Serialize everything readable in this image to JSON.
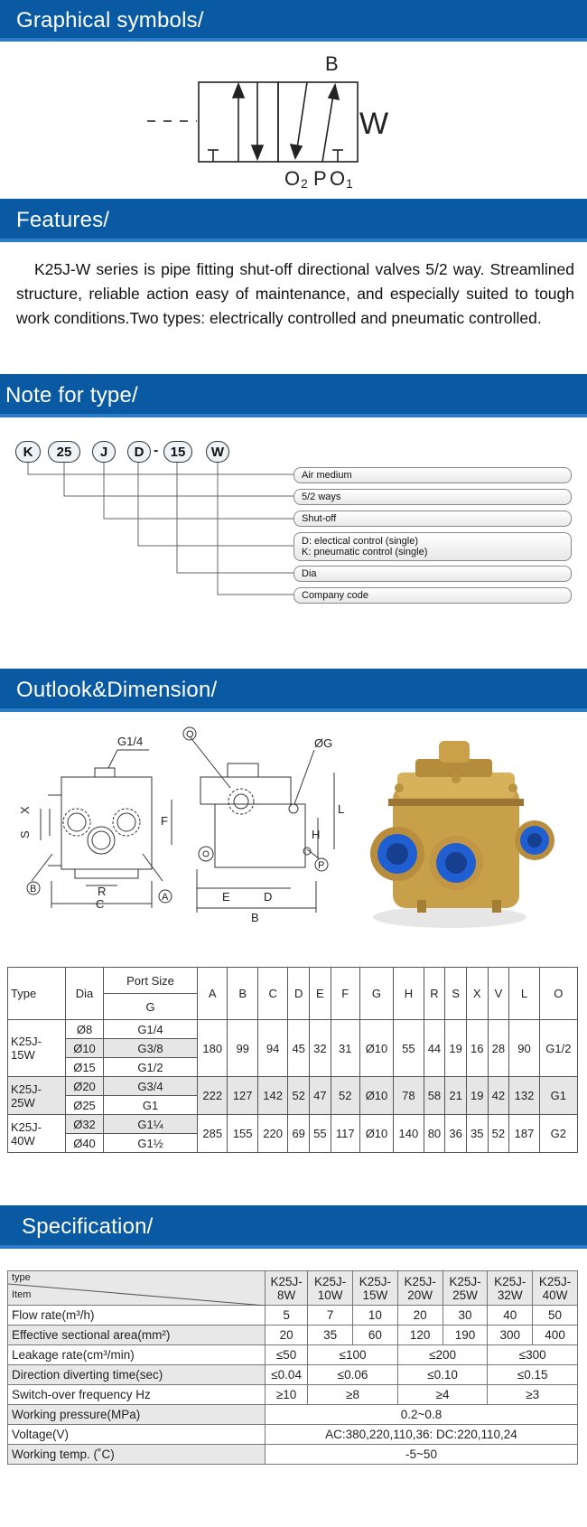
{
  "sections": {
    "symbols": "Graphical symbols/",
    "features": "Features/",
    "note": "Note for type/",
    "outlook": "Outlook&Dimension/",
    "spec": "Specification/"
  },
  "symbol_labels": {
    "b": "B",
    "w": "W",
    "o2": "O",
    "o2_sub": "2",
    "p": "P",
    "o1": "O",
    "o1_sub": "1"
  },
  "features_text": "K25J-W series is pipe fitting shut-off directional valves 5/2 way. Streamlined structure, reliable action easy of maintenance, and especially suited to tough work conditions.Two types: electrically controlled and pneumatic controlled.",
  "type_code": {
    "parts": [
      "K",
      "25",
      "J",
      "D",
      "15",
      "W"
    ],
    "separator": "-",
    "labels": [
      "Air medium",
      "5/2 ways",
      "Shut-off",
      "D: electical control (single)",
      "K: pneumatic control (single)",
      "Dia",
      "Company code"
    ]
  },
  "drawing_labels": {
    "g14": "G1/4",
    "x": "X",
    "s": "S",
    "b": "B",
    "r": "R",
    "c": "C",
    "a": "A",
    "o": "O",
    "og": "ØG",
    "f": "F",
    "l": "L",
    "h": "H",
    "p": "P",
    "e": "E",
    "d": "D",
    "bb": "B"
  },
  "dim_table": {
    "headers": [
      "Type",
      "Dia",
      "Port Size",
      "G",
      "A",
      "B",
      "C",
      "D",
      "E",
      "F",
      "G",
      "H",
      "R",
      "S",
      "X",
      "V",
      "L",
      "O"
    ],
    "groups": [
      {
        "type": "K25J-15W",
        "rows": [
          [
            "Ø8",
            "G1/4"
          ],
          [
            "Ø10",
            "G3/8"
          ],
          [
            "Ø15",
            "G1/2"
          ]
        ],
        "values": [
          "180",
          "99",
          "94",
          "45",
          "32",
          "31",
          "Ø10",
          "55",
          "44",
          "19",
          "16",
          "28",
          "90",
          "G1/2"
        ]
      },
      {
        "type": "K25J-25W",
        "rows": [
          [
            "Ø20",
            "G3/4"
          ],
          [
            "Ø25",
            "G1"
          ]
        ],
        "values": [
          "222",
          "127",
          "142",
          "52",
          "47",
          "52",
          "Ø10",
          "78",
          "58",
          "21",
          "19",
          "42",
          "132",
          "G1"
        ]
      },
      {
        "type": "K25J-40W",
        "rows": [
          [
            "Ø32",
            "G1¼"
          ],
          [
            "Ø40",
            "G1½"
          ]
        ],
        "values": [
          "285",
          "155",
          "220",
          "69",
          "55",
          "117",
          "Ø10",
          "140",
          "80",
          "36",
          "35",
          "52",
          "187",
          "G2"
        ]
      }
    ]
  },
  "spec_table": {
    "corner_type": "type",
    "corner_item": "Item",
    "models": [
      "K25J-8W",
      "K25J-10W",
      "K25J-15W",
      "K25J-20W",
      "K25J-25W",
      "K25J-32W",
      "K25J-40W"
    ],
    "flow_label": "Flow rate(m³/h)",
    "flow": [
      "5",
      "7",
      "10",
      "20",
      "30",
      "40",
      "50"
    ],
    "area_label": "Effective sectional area(mm²)",
    "area": [
      "20",
      "35",
      "60",
      "120",
      "190",
      "300",
      "400"
    ],
    "leak_label": "Leakage rate(cm³/min)",
    "leak": [
      "≤50",
      "≤100",
      "≤200",
      "≤300"
    ],
    "divert_label": "Direction diverting time(sec)",
    "divert": [
      "≤0.04",
      "≤0.06",
      "≤0.10",
      "≤0.15"
    ],
    "switch_label": "Switch-over frequency Hz",
    "switch": [
      "≥10",
      "≥8",
      "≥4",
      "≥3"
    ],
    "pressure_label": "Working pressure(MPa)",
    "pressure": "0.2~0.8",
    "voltage_label": "Voltage(V)",
    "voltage": "AC:380,220,110,36: DC:220,110,24",
    "temp_label": "Working temp. (˚C)",
    "temp": "-5~50"
  },
  "colors": {
    "band": "#0a5aa3",
    "brass": "#c9a04a",
    "port_blue": "#1f5fd1"
  }
}
